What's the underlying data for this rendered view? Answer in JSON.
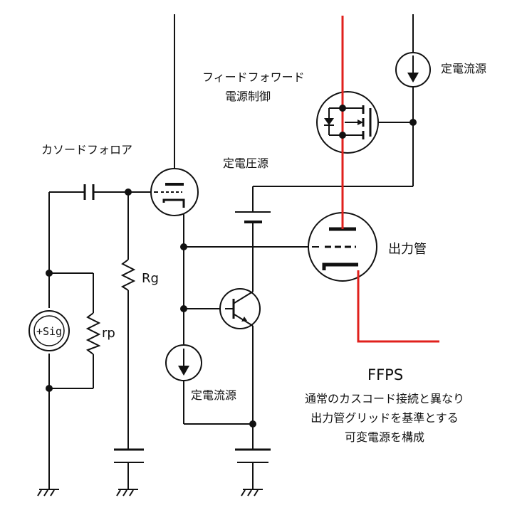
{
  "labels": {
    "cathode_follower": "カソードフォロア",
    "feedforward_line1": "フィードフォワード",
    "feedforward_line2": "電源制御",
    "ccs_top": "定電流源",
    "cvs": "定電圧源",
    "output_tube": "出力管",
    "rg": "Rg",
    "rp": "rp",
    "sig": "+Sig",
    "ccs_bottom": "定電流源",
    "ffps_title": "FFPS",
    "desc_line1": "通常のカスコード接続と異なり",
    "desc_line2": "出力管グリッドを基準とする",
    "desc_line3": "可変電源を構成"
  },
  "colors": {
    "wire": "#111111",
    "highlight": "#e0201c"
  }
}
